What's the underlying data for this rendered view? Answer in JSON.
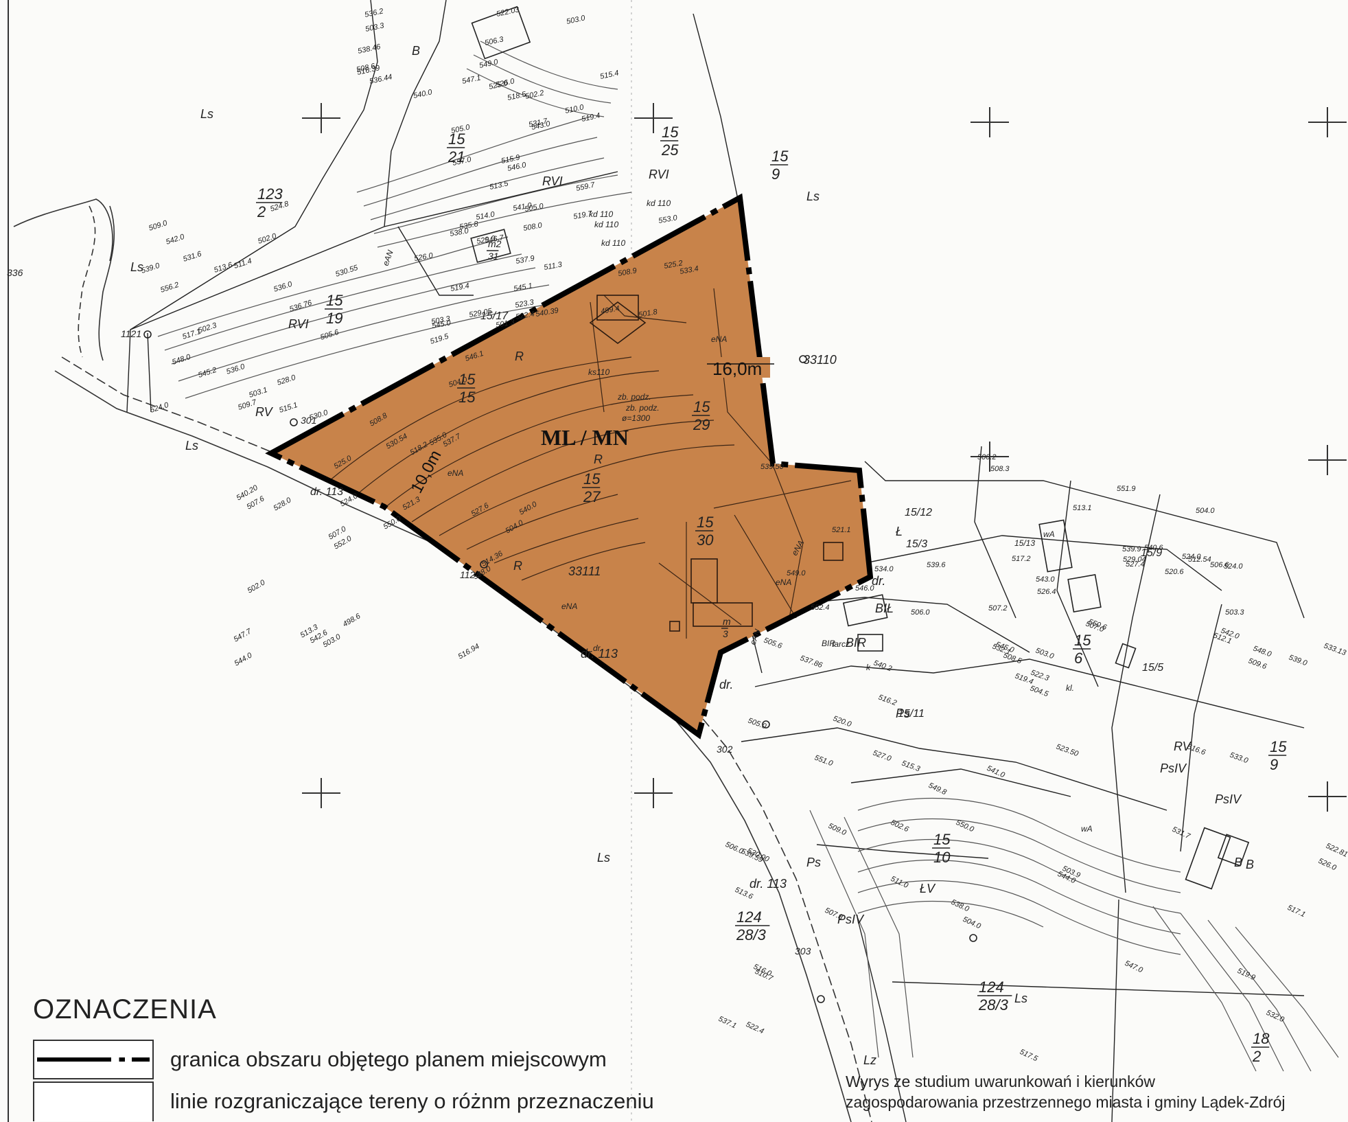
{
  "zone": {
    "label": "ML / MN",
    "fill": "#c8834a"
  },
  "dims": {
    "d16": "16,0m",
    "d10": "10,0m"
  },
  "symbols": {
    "land_use": [
      "Ls",
      "Ls",
      "Ls",
      "Ls",
      "Ls",
      "Ls",
      "RVI",
      "RVI",
      "RVI",
      "RV",
      "R",
      "R",
      "R",
      "B",
      "B",
      "Ps",
      "Ps",
      "ŁV",
      "PsIV",
      "PsIV",
      "PsIV",
      "Lz",
      "BIŁ",
      "BIR",
      "Ł",
      "B",
      "RV"
    ]
  },
  "parcels": [
    {
      "n": "123",
      "d": "2"
    },
    {
      "n": "15",
      "d": "21"
    },
    {
      "n": "15",
      "d": "25"
    },
    {
      "n": "15",
      "d": "9"
    },
    {
      "n": "15",
      "d": "19"
    },
    {
      "n": "15",
      "d": "15"
    },
    {
      "n": "15",
      "d": "29"
    },
    {
      "n": "15",
      "d": "27"
    },
    {
      "n": "15",
      "d": "30"
    },
    {
      "n": "124",
      "d": "28/3"
    },
    {
      "n": "15",
      "d": "10"
    },
    {
      "n": "124",
      "d": "28/3"
    },
    {
      "n": "15",
      "d": "9"
    },
    {
      "n": "15",
      "d": "6"
    },
    {
      "n": "18",
      "d": "2"
    },
    {
      "n": "m",
      "d": "3"
    },
    {
      "n": "m2",
      "d": "31"
    }
  ],
  "parcel_ids": [
    "15/17",
    "15/12",
    "15/3",
    "15/13",
    "15/9",
    "15/5",
    "15/11",
    "1121",
    "1124",
    "33110",
    "33111",
    "301",
    "302",
    "303",
    "336",
    "dr. 113",
    "dr. 113",
    "dr. 113",
    "dr.",
    "dr."
  ],
  "elevations": [
    "559.7",
    "556.2",
    "553.0",
    "552.0",
    "551.9",
    "551.0",
    "550.0",
    "549.0",
    "548.0",
    "546.7",
    "547.7",
    "546.0",
    "545.0",
    "544.0",
    "543.0",
    "542.0",
    "541.0",
    "540.0",
    "539.9",
    "539.0",
    "538.0",
    "537.0",
    "536.0",
    "535.8",
    "535.0",
    "534.0",
    "533.0",
    "532.0",
    "531.7",
    "530.0",
    "529.0",
    "528.0",
    "527.4",
    "527.0",
    "526.0",
    "525.0",
    "524.0",
    "523.3",
    "550.0",
    "549.0",
    "548.0",
    "547.0",
    "546.0",
    "545.2",
    "545.0",
    "544.0",
    "543.0",
    "542.0",
    "541.0",
    "540.0",
    "539.0",
    "538.0",
    "537.7",
    "552.4",
    "550.6",
    "549.8",
    "547.1",
    "546.1",
    "545.1",
    "542.6",
    "540.6",
    "540.2",
    "537.1",
    "536.2",
    "531.6",
    "533.4",
    "524.0",
    "526.4",
    "522.3",
    "522.4",
    "518.5",
    "519.5",
    "522.4",
    "527.6",
    "517.2",
    "516.6",
    "517.5",
    "515.9",
    "524.8",
    "525.2",
    "521.3",
    "520.6",
    "519.4",
    "519.9",
    "516.39",
    "515.1",
    "519.7",
    "518.2",
    "521.1",
    "515.3",
    "517.1",
    "515.4",
    "517.1",
    "519.4",
    "513.3",
    "513.1",
    "512.1",
    "511.0",
    "510.0",
    "509.0",
    "508.0",
    "507.0",
    "506.0",
    "505.0",
    "504.0",
    "503.0",
    "502.0",
    "501.3",
    "502.0",
    "503.3",
    "503.0",
    "502.6",
    "502.2",
    "502.3",
    "501.8",
    "503.0",
    "504.0",
    "505.6",
    "510.7",
    "513.5",
    "513.6",
    "514.0",
    "514.36",
    "512.54",
    "516.2",
    "516.0",
    "519.4",
    "511.4",
    "511.3",
    "507.6",
    "506.6",
    "504.5",
    "503.9",
    "503.3",
    "503.1",
    "499.4",
    "498.6",
    "500.2",
    "509.6",
    "509.0",
    "508.6",
    "509.7",
    "508.9",
    "508.8",
    "508.3",
    "508.5",
    "507.8",
    "506.3",
    "505.6",
    "505.0",
    "504.0",
    "507.2",
    "507.0",
    "506.0",
    "505.0",
    "504.0",
    "503.3",
    "516.94",
    "524.0",
    "523.50",
    "522.81",
    "522.03",
    "530.55",
    "529.05",
    "530.54",
    "529.04",
    "533.13",
    "530.00",
    "538.46",
    "536.76",
    "540.39",
    "540.20",
    "539.50",
    "537.86",
    "539.59",
    "536.44",
    "536.0",
    "537.9",
    "538.0",
    "539.6",
    "532.1",
    "531.7",
    "526.0",
    "528.0",
    "526.0",
    "525.0",
    "524.0",
    "520.0",
    "513.6"
  ],
  "notes": [
    "eAN",
    "eAN",
    "eNA",
    "eNA",
    "eNA",
    "eNA",
    "eNA",
    "kd 110",
    "kd 110",
    "kd 110",
    "kd 110",
    "ks110",
    "zb. podz.",
    "zb. podz.",
    "ø=1300",
    "kl.",
    "k",
    "BIR",
    "tarcz",
    "wA",
    "wA",
    "dr"
  ],
  "legend": {
    "heading": "OZNACZENIA",
    "items": [
      {
        "label": "granica obszaru objętego planem miejscowym"
      },
      {
        "label": "linie rozgraniczające tereny o różnm przeznaczeniu"
      }
    ]
  },
  "caption": {
    "line1": "Wyrys ze studium uwarunkowań i kierunków",
    "line2": "zagospodarowania przestrzennego miasta i gminy Lądek-Zdrój"
  },
  "colors": {
    "zone_fill": "#c8834a",
    "boundary": "#000000",
    "ink": "#222222",
    "paper": "#fbfbf9"
  }
}
